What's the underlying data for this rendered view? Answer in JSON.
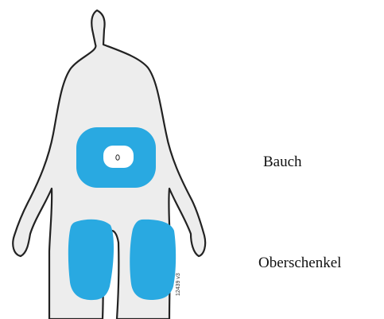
{
  "figure": {
    "body_fill": "#ededed",
    "body_outline": "#222222",
    "zone_color": "#29a9e1"
  },
  "labels": {
    "abdomen": "Bauch",
    "thigh": "Oberschenkel"
  },
  "figure_code": "12439 v3"
}
